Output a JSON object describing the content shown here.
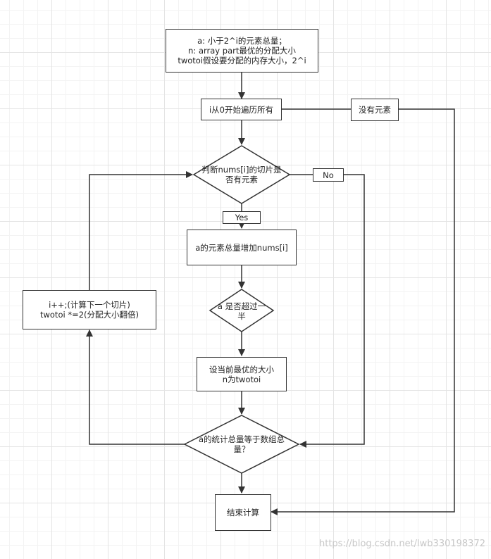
{
  "nodes": {
    "init": "a: 小于2^i的元素总量；\nn: array part最优的分配大小\ntwotoi假设要分配的内存大小，2^i",
    "loop": "i从0开始遍历所有",
    "check_slice": "判断nums[i]的切片是\n否有元素",
    "add": "a的元素总量增加nums[i]",
    "half": "a 是否超过一\n半",
    "set_n": "设当前最优的大小\nn为twotoi",
    "total": "a的统计总量等于数组总\n量？",
    "end": "结束计算",
    "next": "i++;(计算下一个切片)\ntwotoi *=2(分配大小翻倍)"
  },
  "edge_labels": {
    "no_elements": "没有元素",
    "no": "No",
    "yes": "Yes"
  },
  "watermark": "https://blog.csdn.net/lwb330198372"
}
